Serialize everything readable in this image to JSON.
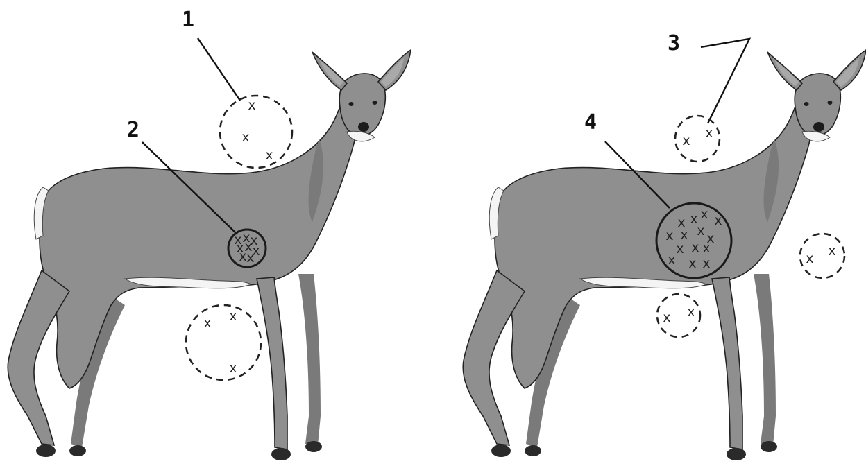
{
  "figure": {
    "callouts": [
      {
        "id": "1",
        "label": "1"
      },
      {
        "id": "2",
        "label": "2"
      },
      {
        "id": "3",
        "label": "3"
      },
      {
        "id": "4",
        "label": "4"
      }
    ],
    "shot_mark": "x",
    "colors": {
      "deer_fill": "#8f8f8f",
      "outline": "#222222",
      "background": "#ffffff"
    }
  }
}
